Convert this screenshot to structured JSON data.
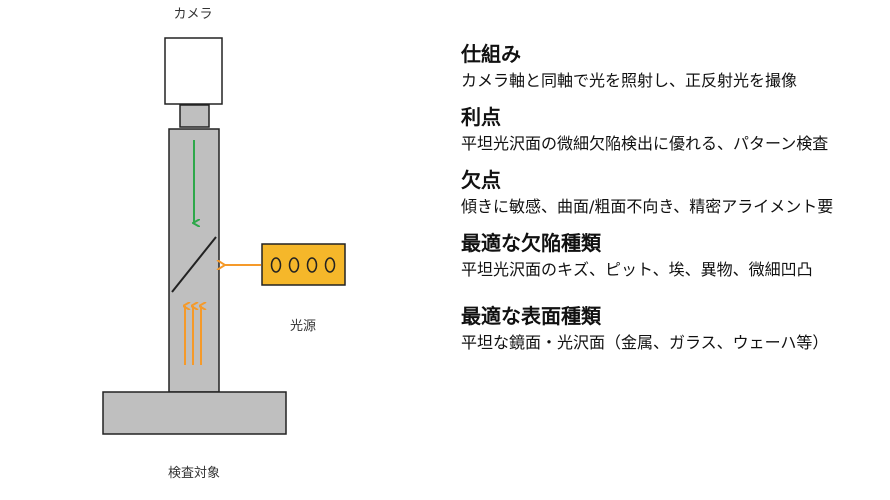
{
  "diagram": {
    "camera_label": "カメラ",
    "light_label": "光源",
    "object_label": "検査対象",
    "colors": {
      "body_fill": "#bfbfbf",
      "stroke": "#222222",
      "light_fill": "#f5b72a",
      "green_arrow": "#2ea84a",
      "orange_arrow": "#f59a2a"
    }
  },
  "sections": [
    {
      "title": "仕組み",
      "text": "カメラ軸と同軸で光を照射し、正反射光を撮像"
    },
    {
      "title": "利点",
      "text": "平坦光沢面の微細欠陥検出に優れる、パターン検査"
    },
    {
      "title": "欠点",
      "text": "傾きに敏感、曲面/粗面不向き、精密アライメント要"
    },
    {
      "title": "最適な欠陥種類",
      "text": "平坦光沢面のキズ、ピット、埃、異物、微細凹凸"
    },
    {
      "title": "最適な表面種類",
      "text": "平坦な鏡面・光沢面（金属、ガラス、ウェーハ等）"
    }
  ]
}
